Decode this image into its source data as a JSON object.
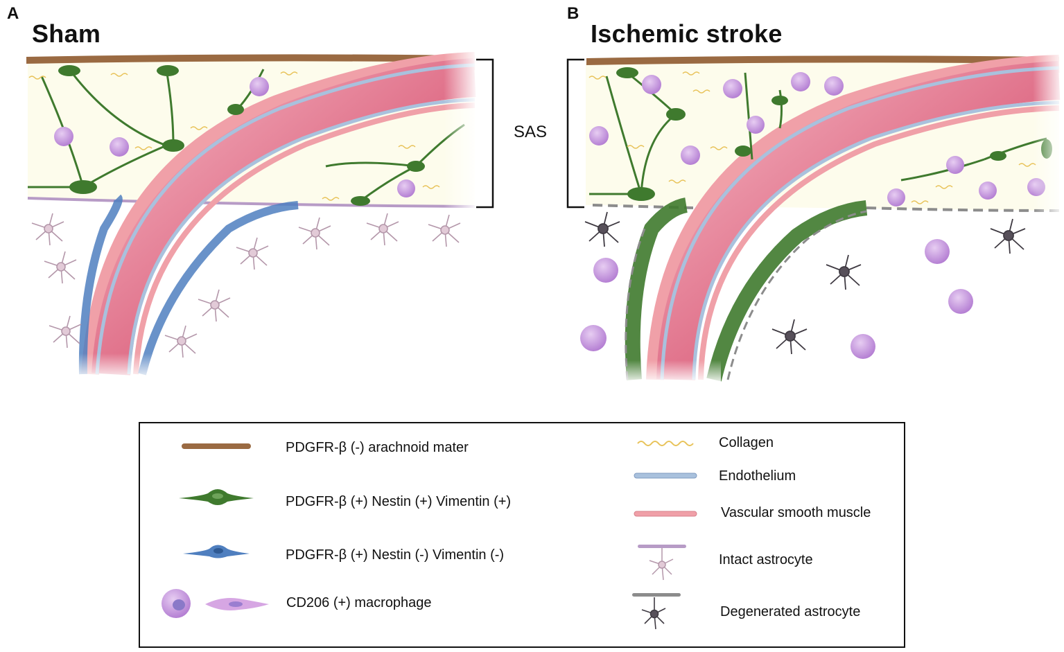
{
  "panels": [
    {
      "letter": "A",
      "title": "Sham"
    },
    {
      "letter": "B",
      "title": "Ischemic stroke"
    }
  ],
  "sas_label": "SAS",
  "legend": {
    "left": [
      {
        "label": "PDGFR-β (-) arachnoid mater",
        "icon": "arachnoid-mater-icon"
      },
      {
        "label": "PDGFR-β (+)  Nestin (+) Vimentin (+)",
        "icon": "green-fibroblast-icon"
      },
      {
        "label": "PDGFR-β (+)  Nestin (-) Vimentin (-)",
        "icon": "blue-fibroblast-icon"
      },
      {
        "label": "CD206 (+) macrophage",
        "icon": "macrophage-icon"
      }
    ],
    "right": [
      {
        "label": "Collagen",
        "icon": "collagen-icon"
      },
      {
        "label": "Endothelium",
        "icon": "endothelium-icon"
      },
      {
        "label": "Vascular smooth muscle",
        "icon": "smooth-muscle-icon"
      },
      {
        "label": "Intact astrocyte",
        "icon": "intact-astrocyte-icon"
      },
      {
        "label": "Degenerated astrocyte",
        "icon": "degenerated-astrocyte-icon"
      }
    ]
  },
  "colors": {
    "arachnoid": "#9a6a42",
    "fibroblast_green": "#3f7a2e",
    "fibroblast_blue": "#4f7fbf",
    "vessel": "#e0718a",
    "vessel_light": "#f2a8b6",
    "endothelium": "#a9c1dd",
    "smooth_muscle": "#f0a0a8",
    "collagen": "#e8c35a",
    "macrophage": "#c79be0",
    "astrocyte_intact": "#e2cad7",
    "astrocyte_degenerated": "#57505a",
    "sas_background": "#fdfcec"
  }
}
